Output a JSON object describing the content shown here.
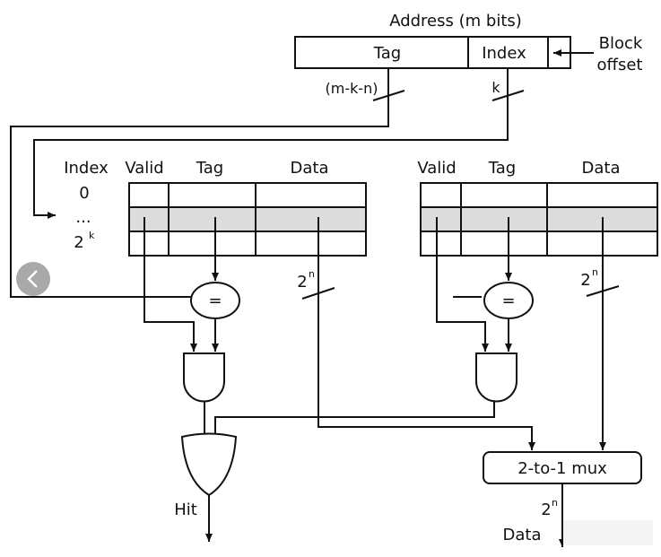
{
  "address": {
    "title": "Address (m bits)",
    "tag": "Tag",
    "index": "Index",
    "block_offset_line1": "Block",
    "block_offset_line2": "offset",
    "tag_width": "(m-k-n)",
    "index_width": "k"
  },
  "left_cache": {
    "index_header": "Index",
    "row0": "0",
    "rows_ellipsis": "...",
    "rows_last": "2",
    "rows_last_exp": "k",
    "valid": "Valid",
    "tag": "Tag",
    "data": "Data",
    "data_width": "2",
    "data_width_exp": "n",
    "comparator": "="
  },
  "right_cache": {
    "valid": "Valid",
    "tag": "Tag",
    "data": "Data",
    "data_width": "2",
    "data_width_exp": "n",
    "comparator": "="
  },
  "hit": "Hit",
  "mux": {
    "label": "2-to-1 mux",
    "out_width": "2",
    "out_width_exp": "n",
    "out_label": "Data"
  },
  "colors": {
    "line": "#111111",
    "shaded_row": "#dcdcdc",
    "back_button": "#a9a9a9"
  },
  "icons": {
    "back": "chevron-left-icon"
  }
}
